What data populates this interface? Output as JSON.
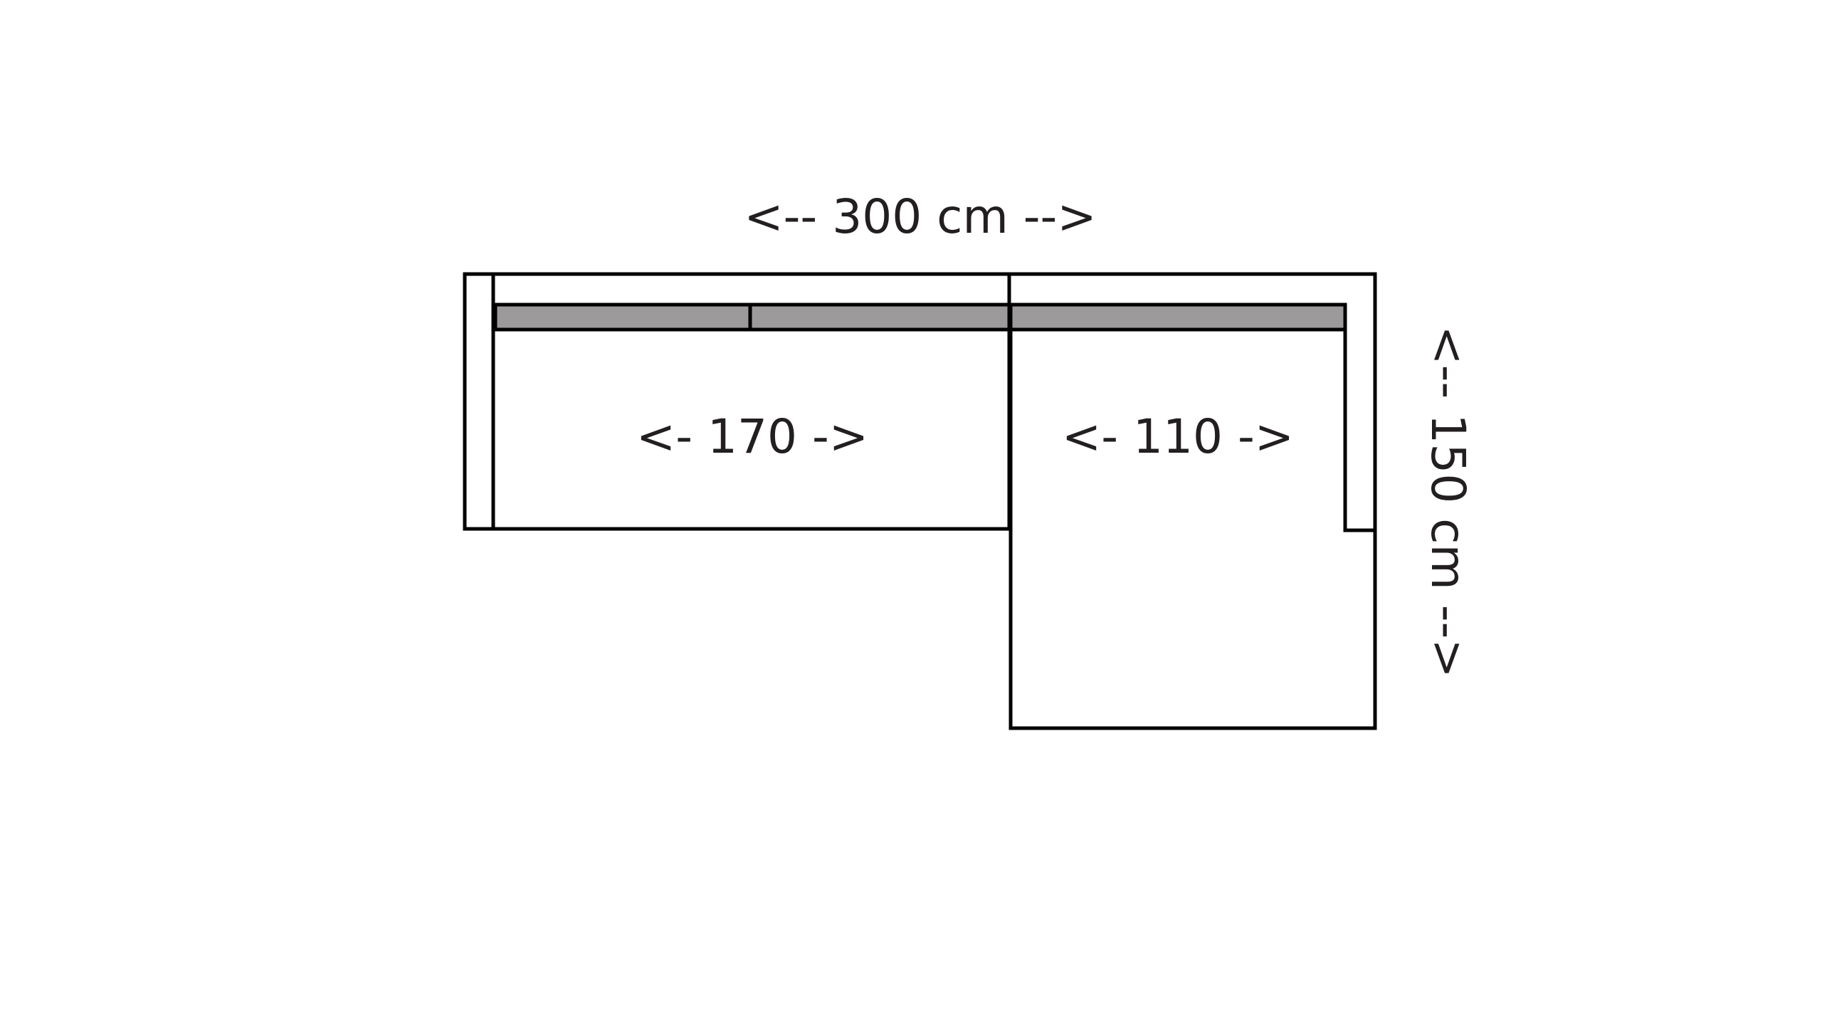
{
  "diagram": {
    "labels": {
      "total_width": "<-- 300 cm -->",
      "left_seat": "<- 170 ->",
      "right_seat": "<- 110 ->",
      "depth": "<-- 150 cm -->"
    },
    "colors": {
      "outline": "#000000",
      "cushion_fill": "#9d9a9b",
      "background": "#ffffff",
      "text": "#231f20"
    }
  }
}
